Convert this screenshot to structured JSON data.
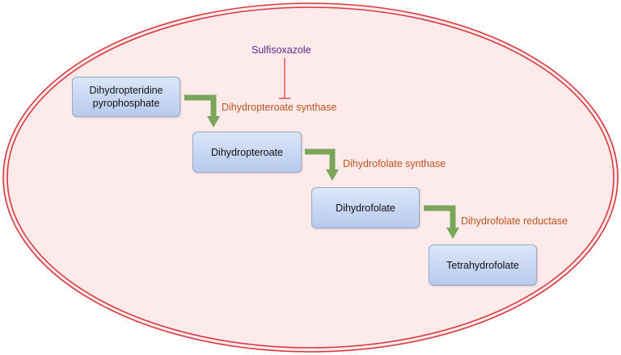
{
  "colors": {
    "cell_fill": "#fdeaea",
    "cell_border": "#d9393e",
    "arrow": "#7aa65a",
    "enzyme_text": "#c0531d",
    "inhibitor_text": "#5b2a8e",
    "inhibit_line": "#d9393e"
  },
  "diagram": {
    "inhibitor": "Sulfisoxazole",
    "compounds": [
      {
        "id": "dihydropteridine-pyrophosphate",
        "label": "Dihydropteridine\npyrophosphate"
      },
      {
        "id": "dihydropteroate",
        "label": "Dihydropteroate"
      },
      {
        "id": "dihydrofolate",
        "label": "Dihydrofolate"
      },
      {
        "id": "tetrahydrofolate",
        "label": "Tetrahydrofolate"
      }
    ],
    "enzymes": [
      {
        "id": "dihydropteroate-synthase",
        "label": "Dihydropteroate synthase"
      },
      {
        "id": "dihydrofolate-synthase",
        "label": "Dihydrofolate synthase"
      },
      {
        "id": "dihydrofolate-reductase",
        "label": "Dihydrofolate reductase"
      }
    ]
  }
}
